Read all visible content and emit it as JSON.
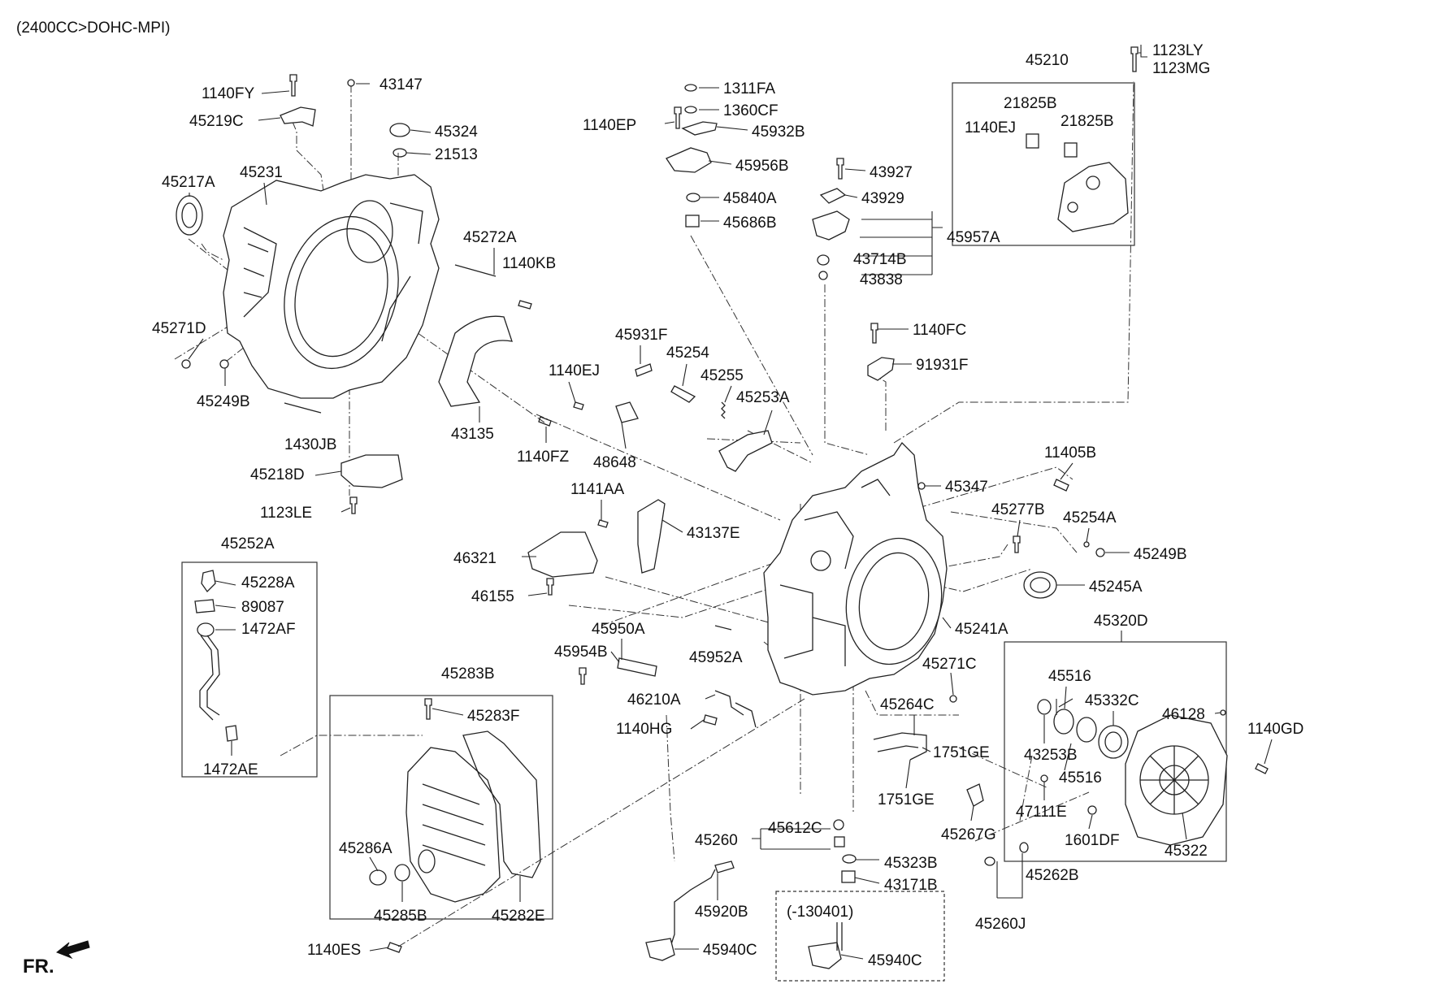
{
  "header": {
    "engine_spec": "(2400CC>DOHC-MPI)"
  },
  "footer": {
    "direction_label": "FR."
  },
  "parts": {
    "p1140FY": "1140FY",
    "p43147": "43147",
    "p45219C": "45219C",
    "p45324": "45324",
    "p21513": "21513",
    "p45217A": "45217A",
    "p45231": "45231",
    "p45272A": "45272A",
    "p1140KB": "1140KB",
    "p45271D": "45271D",
    "p45249B_l": "45249B",
    "p43135": "43135",
    "p1430JB": "1430JB",
    "p1140FZ": "1140FZ",
    "p45218D": "45218D",
    "p1123LE": "1123LE",
    "p45252A": "45252A",
    "p45228A": "45228A",
    "p89087": "89087",
    "p1472AF": "1472AF",
    "p1472AE": "1472AE",
    "p1311FA": "1311FA",
    "p1360CF": "1360CF",
    "p1140EP": "1140EP",
    "p45932B": "45932B",
    "p45956B": "45956B",
    "p45840A": "45840A",
    "p45686B": "45686B",
    "p43927": "43927",
    "p43929": "43929",
    "p45957A": "45957A",
    "p43714B": "43714B",
    "p43838": "43838",
    "p45210": "45210",
    "p1123LY": "1123LY",
    "p1123MG": "1123MG",
    "p21825B_a": "21825B",
    "p21825B_b": "21825B",
    "p1140EJ_r": "1140EJ",
    "p45931F": "45931F",
    "p45254": "45254",
    "p1140EJ_m": "1140EJ",
    "p45255": "45255",
    "p45253A": "45253A",
    "p48648": "48648",
    "p1140FC": "1140FC",
    "p91931F": "91931F",
    "p11405B": "11405B",
    "p45347": "45347",
    "p1141AA": "1141AA",
    "p43137E": "43137E",
    "p46321": "46321",
    "p46155": "46155",
    "p45277B": "45277B",
    "p45254A": "45254A",
    "p45249B_r": "45249B",
    "p45245A": "45245A",
    "p45241A": "45241A",
    "p45950A": "45950A",
    "p45954B": "45954B",
    "p45952A": "45952A",
    "p46210A": "46210A",
    "p1140HG": "1140HG",
    "p45283B": "45283B",
    "p45283F": "45283F",
    "p45286A": "45286A",
    "p45285B": "45285B",
    "p45282E": "45282E",
    "p1140ES": "1140ES",
    "p45271C": "45271C",
    "p45264C": "45264C",
    "p1751GE_a": "1751GE",
    "p1751GE_b": "1751GE",
    "p45267G": "45267G",
    "p45612C": "45612C",
    "p45260": "45260",
    "p45323B": "45323B",
    "p43171B": "43171B",
    "p45920B": "45920B",
    "p45940C_a": "45940C",
    "p130401": "(-130401)",
    "p45940C_b": "45940C",
    "p45320D": "45320D",
    "p45516_a": "45516",
    "p45332C": "45332C",
    "p46128": "46128",
    "p1140GD": "1140GD",
    "p43253B": "43253B",
    "p45516_b": "45516",
    "p47111E": "47111E",
    "p1601DF": "1601DF",
    "p45322": "45322",
    "p45262B": "45262B",
    "p45260J": "45260J"
  }
}
